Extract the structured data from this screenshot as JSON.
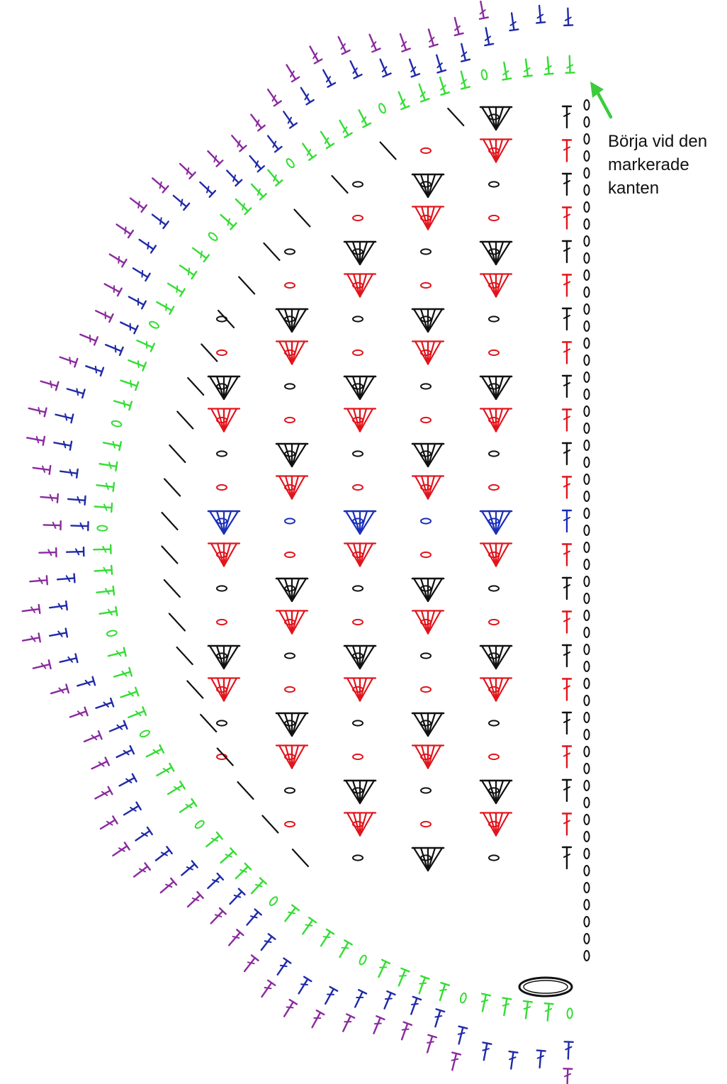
{
  "annotation": {
    "lines": [
      "Börja vid den",
      "markerade",
      "kanten"
    ]
  },
  "colors": {
    "background": "#ffffff",
    "row_red": "#e1141c",
    "row_black": "#111111",
    "row_blue": "#1a2fb8",
    "border_green": "#33dd33",
    "border_navy": "#1f2aa8",
    "border_purple": "#8a2a9e",
    "arrow": "#3ccc3c",
    "text": "#111111"
  },
  "symbols": {
    "chain": "chain-oval",
    "treble": "treble-stitch",
    "fan": "fan-cluster",
    "v_cluster": "inverted-v-cluster",
    "slip_stitch": "dot",
    "single": "cross-stitch",
    "start_ring": "magic-ring",
    "start_marker": "arrow"
  },
  "diagram": {
    "shape": "half-circle shawl chart",
    "rows_of_body": 23,
    "border_rounds": 3,
    "border_scallops": 15
  }
}
